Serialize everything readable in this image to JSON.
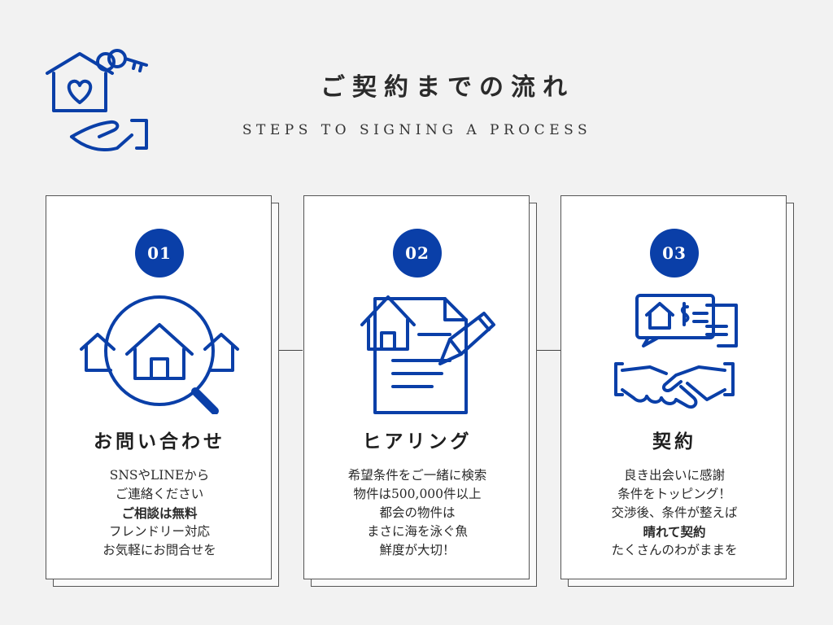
{
  "header": {
    "title": "ご契約までの流れ",
    "subtitle": "STEPS TO SIGNING A PROCESS",
    "logo_icon": "house-key-hand-icon"
  },
  "accent_color": "#0a3fa8",
  "steps": [
    {
      "number": "01",
      "icon": "house-search-icon",
      "title": "お問い合わせ",
      "lines": [
        {
          "text": "SNSやLINEから",
          "bold": false
        },
        {
          "text": "ご連絡ください",
          "bold": false
        },
        {
          "text": "ご相談は無料",
          "bold": true
        },
        {
          "text": "フレンドリー対応",
          "bold": false
        },
        {
          "text": "お気軽にお問合せを",
          "bold": false
        }
      ]
    },
    {
      "number": "02",
      "icon": "house-document-pen-icon",
      "title": "ヒアリング",
      "lines": [
        {
          "text": "希望条件をご一緒に検索",
          "bold": false
        },
        {
          "text": "物件は500,000件以上",
          "bold": false
        },
        {
          "text": "都会の物件は",
          "bold": false
        },
        {
          "text": "まさに海を泳ぐ魚",
          "bold": false
        },
        {
          "text": "鮮度が大切！",
          "bold": false
        }
      ]
    },
    {
      "number": "03",
      "icon": "contract-handshake-icon",
      "title": "契約",
      "lines": [
        {
          "text": "良き出会いに感謝",
          "bold": false
        },
        {
          "text": "条件をトッピング！",
          "bold": false
        },
        {
          "text": "交渉後、条件が整えば",
          "bold": false
        },
        {
          "text": "晴れて契約",
          "bold": true
        },
        {
          "text": "たくさんのわがままを",
          "bold": false
        }
      ]
    }
  ]
}
